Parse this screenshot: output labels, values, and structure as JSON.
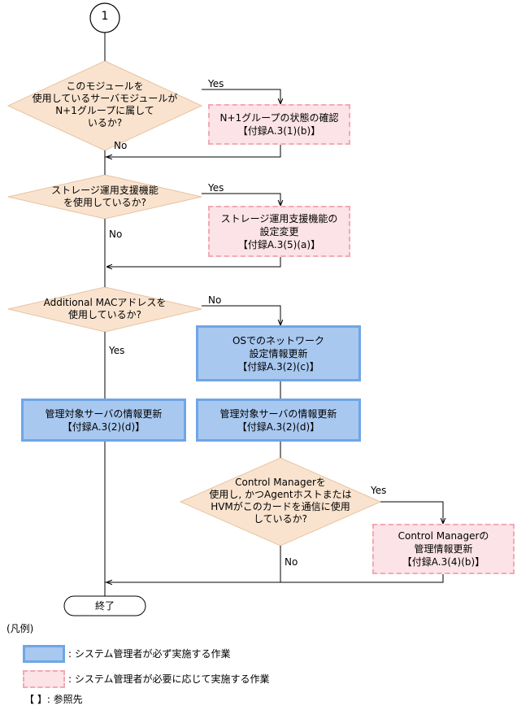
{
  "connector": {
    "label": "1"
  },
  "decisions": {
    "d1": {
      "lines": [
        "このモジュールを",
        "使用しているサーバモジュールが",
        "N+1グループに属して",
        "いるか?"
      ]
    },
    "d2": {
      "lines": [
        "ストレージ運用支援機能",
        "を使用しているか?"
      ]
    },
    "d3": {
      "lines": [
        "Additional MACアドレスを",
        "使用しているか?"
      ]
    },
    "d4": {
      "lines": [
        "Control Managerを",
        "使用し, かつAgentホストまたは",
        "HVMがこのカードを通信に使用",
        "しているか?"
      ]
    }
  },
  "boxes": {
    "b1": {
      "lines": [
        "N+1グループの状態の確認",
        "【付録A.3(1)(b)】"
      ]
    },
    "b2": {
      "lines": [
        "ストレージ運用支援機能の",
        "設定変更",
        "【付録A.3(5)(a)】"
      ]
    },
    "b3": {
      "lines": [
        "OSでのネットワーク",
        "設定情報更新",
        "【付録A.3(2)(c)】"
      ]
    },
    "b4": {
      "lines": [
        "管理対象サーバの情報更新",
        "【付録A.3(2)(d)】"
      ]
    },
    "b5": {
      "lines": [
        "管理対象サーバの情報更新",
        "【付録A.3(2)(d)】"
      ]
    },
    "b6": {
      "lines": [
        "Control Managerの",
        "管理情報更新",
        "【付録A.3(4)(b)】"
      ]
    }
  },
  "edge_labels": {
    "d1_yes": "Yes",
    "d1_no": "No",
    "d2_yes": "Yes",
    "d2_no": "No",
    "d3_no": "No",
    "d3_yes": "Yes",
    "d4_yes": "Yes",
    "d4_no": "No"
  },
  "terminal": {
    "label": "終了"
  },
  "legend": {
    "title": "(凡例)",
    "required": ": システム管理者が必ず実施する作業",
    "optional": ": システム管理者が必要に応じて実施する作業",
    "reference": "【    】: 参照先"
  },
  "colors": {
    "required_fill": "#a8c8f0",
    "required_border": "#6fa6e6",
    "optional_fill": "#fbe3e7",
    "optional_border": "#f4a8b3",
    "decision_fill": "#f9e3cf",
    "decision_border": "#e8c3a0"
  }
}
